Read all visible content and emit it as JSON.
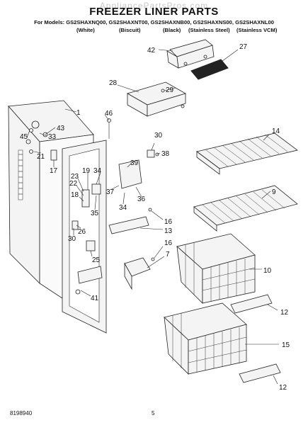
{
  "header": {
    "watermark": "AppliancePartsPros.com",
    "title": "FREEZER LINER PARTS",
    "models_line": "For Models: GS2SHAXNQ00, GS2SHAXNT00, GS2SHAXNB00, GS2SHAXNS00, GS2SHAXNL00",
    "variants": [
      "(White)",
      "(Biscuit)",
      "(Black)",
      "(Stainless Steel)",
      "(Stainless VCM)"
    ]
  },
  "callouts": [
    "42",
    "27",
    "28",
    "29",
    "1",
    "46",
    "43",
    "33",
    "45",
    "21",
    "17",
    "30",
    "38",
    "14",
    "39",
    "23",
    "19",
    "34",
    "22",
    "18",
    "37",
    "36",
    "9",
    "34",
    "35",
    "16",
    "26",
    "13",
    "30",
    "16",
    "25",
    "7",
    "10",
    "41",
    "12",
    "15",
    "12"
  ],
  "footer": {
    "doc_number": "8198940",
    "page_number": "5"
  }
}
